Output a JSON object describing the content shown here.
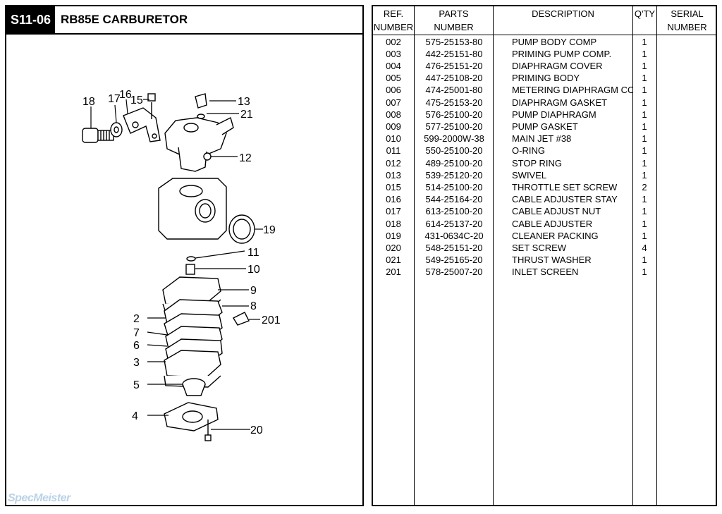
{
  "section": {
    "code": "S11-06",
    "title": "RB85E CARBURETOR"
  },
  "watermark": "SpecMeister",
  "table": {
    "headers": {
      "ref_line1": "REF.",
      "ref_line2": "NUMBER",
      "parts_line1": "PARTS",
      "parts_line2": "NUMBER",
      "description": "DESCRIPTION",
      "qty": "Q'TY",
      "serial_line1": "SERIAL",
      "serial_line2": "NUMBER"
    },
    "rows": [
      {
        "ref": "002",
        "part": "575-25153-80",
        "desc": "PUMP BODY COMP",
        "qty": "1"
      },
      {
        "ref": "003",
        "part": "442-25151-80",
        "desc": "PRIMING PUMP COMP.",
        "qty": "1"
      },
      {
        "ref": "004",
        "part": "476-25151-20",
        "desc": "DIAPHRAGM COVER",
        "qty": "1"
      },
      {
        "ref": "005",
        "part": "447-25108-20",
        "desc": "PRIMING BODY",
        "qty": "1"
      },
      {
        "ref": "006",
        "part": "474-25001-80",
        "desc": "METERING DIAPHRAGM COMP",
        "qty": "1"
      },
      {
        "ref": "007",
        "part": "475-25153-20",
        "desc": "DIAPHRAGM GASKET",
        "qty": "1"
      },
      {
        "ref": "008",
        "part": "576-25100-20",
        "desc": "PUMP DIAPHRAGM",
        "qty": "1"
      },
      {
        "ref": "009",
        "part": "577-25100-20",
        "desc": "PUMP GASKET",
        "qty": "1"
      },
      {
        "ref": "010",
        "part": "599-2000W-38",
        "desc": "MAIN JET #38",
        "qty": "1"
      },
      {
        "ref": "011",
        "part": "550-25100-20",
        "desc": "O-RING",
        "qty": "1"
      },
      {
        "ref": "012",
        "part": "489-25100-20",
        "desc": "STOP RING",
        "qty": "1"
      },
      {
        "ref": "013",
        "part": "539-25120-20",
        "desc": "SWIVEL",
        "qty": "1"
      },
      {
        "ref": "015",
        "part": "514-25100-20",
        "desc": "THROTTLE SET SCREW",
        "qty": "2"
      },
      {
        "ref": "016",
        "part": "544-25164-20",
        "desc": "CABLE ADJUSTER STAY",
        "qty": "1"
      },
      {
        "ref": "017",
        "part": "613-25100-20",
        "desc": "CABLE ADJUST NUT",
        "qty": "1"
      },
      {
        "ref": "018",
        "part": "614-25137-20",
        "desc": "CABLE ADJUSTER",
        "qty": "1"
      },
      {
        "ref": "019",
        "part": "431-0634C-20",
        "desc": "CLEANER PACKING",
        "qty": "1"
      },
      {
        "ref": "020",
        "part": "548-25151-20",
        "desc": "SET SCREW",
        "qty": "4"
      },
      {
        "ref": "021",
        "part": "549-25165-20",
        "desc": "THRUST WASHER",
        "qty": "1"
      },
      {
        "ref": "201",
        "part": "578-25007-20",
        "desc": "INLET SCREEN",
        "qty": "1"
      }
    ]
  },
  "diagram_labels": {
    "l18": "18",
    "l17": "17",
    "l16": "16",
    "l15": "15",
    "l13": "13",
    "l21": "21",
    "l12": "12",
    "l19": "19",
    "l11": "11",
    "l10": "10",
    "l9": "9",
    "l8": "8",
    "l2": "2",
    "l201": "201",
    "l7": "7",
    "l6": "6",
    "l3": "3",
    "l5": "5",
    "l4": "4",
    "l20": "20"
  }
}
